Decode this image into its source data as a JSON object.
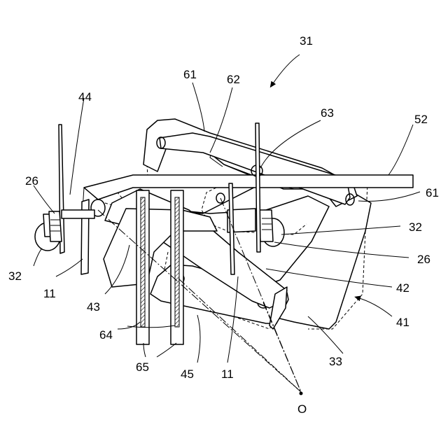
{
  "labels": {
    "l31": "31",
    "l61a": "61",
    "l62": "62",
    "l44": "44",
    "l63": "63",
    "l52": "52",
    "l26a": "26",
    "l61b": "61",
    "l32a": "32",
    "l32b": "32",
    "l26b": "26",
    "l11a": "11",
    "l42": "42",
    "l43": "43",
    "l41": "41",
    "l64": "64",
    "l65": "65",
    "l45": "45",
    "l11b": "11",
    "l33": "33",
    "lO": "O"
  },
  "colors": {
    "stroke": "#000000",
    "background": "#ffffff"
  }
}
